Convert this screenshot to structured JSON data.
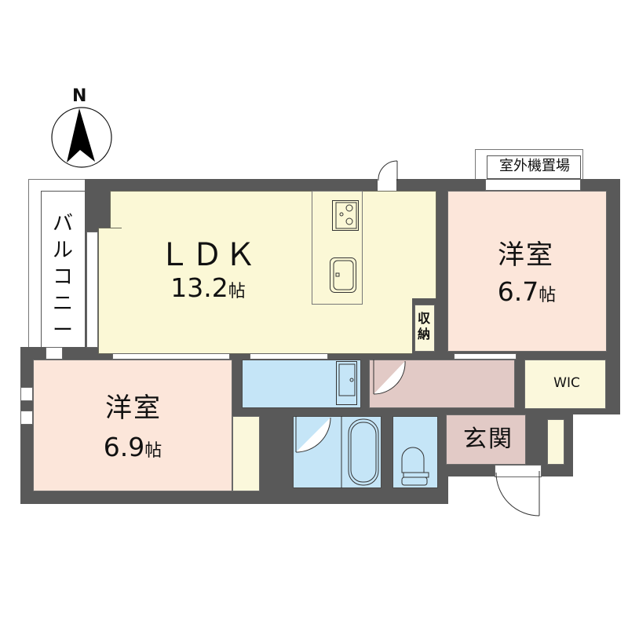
{
  "compass": {
    "label": "N",
    "icon": "north-arrow-icon"
  },
  "outdoor_unit": {
    "label": "室外機置場"
  },
  "balcony": {
    "label": "バルコニー"
  },
  "rooms": {
    "ldk": {
      "name": "ＬＤＫ",
      "size": "13.2",
      "unit": "帖"
    },
    "western_ne": {
      "name": "洋室",
      "size": "6.7",
      "unit": "帖"
    },
    "western_sw": {
      "name": "洋室",
      "size": "6.9",
      "unit": "帖"
    },
    "storage": {
      "name": "収納"
    },
    "wic": {
      "name": "WIC"
    },
    "entrance": {
      "name": "玄関"
    }
  },
  "colors": {
    "wall": "#595959",
    "ldk": "#fbf8d6",
    "western": "#fce6da",
    "wet_area": "#c5e5f7",
    "hallway": "#e2cac6",
    "closet": "#fbf8dc"
  }
}
